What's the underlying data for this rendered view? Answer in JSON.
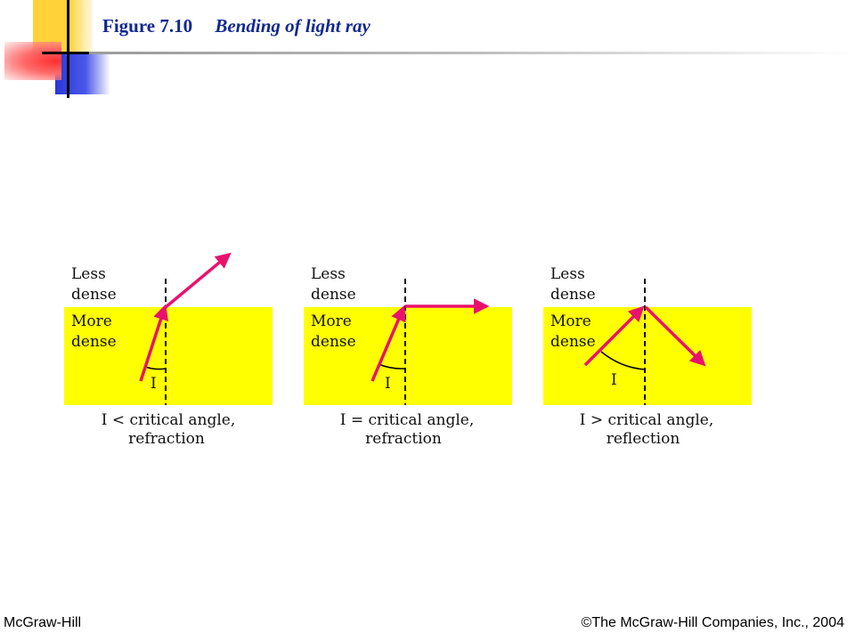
{
  "header": {
    "figure_number": "Figure 7.10",
    "figure_caption": "Bending of light ray"
  },
  "panels": [
    {
      "top_label_line1": "Less",
      "top_label_line2": "dense",
      "medium_label_line1": "More",
      "medium_label_line2": "dense",
      "angle_symbol": "I",
      "caption_line1": "I < critical angle,",
      "caption_line2": "refraction"
    },
    {
      "top_label_line1": "Less",
      "top_label_line2": "dense",
      "medium_label_line1": "More",
      "medium_label_line2": "dense",
      "angle_symbol": "I",
      "caption_line1": "I = critical angle,",
      "caption_line2": "refraction"
    },
    {
      "top_label_line1": "Less",
      "top_label_line2": "dense",
      "medium_label_line1": "More",
      "medium_label_line2": "dense",
      "angle_symbol": "I",
      "caption_line1": "I > critical angle,",
      "caption_line2": "reflection"
    }
  ],
  "footer": {
    "publisher": "McGraw-Hill",
    "copyright": "©The McGraw-Hill Companies, Inc., 2004"
  },
  "colors": {
    "title": "#12288f",
    "dense_medium": "#ffff00",
    "ray": "#e8126e",
    "deco_yellow": "#ffd23a",
    "deco_red": "#ff4a4a",
    "deco_blue": "#2a36d8"
  }
}
